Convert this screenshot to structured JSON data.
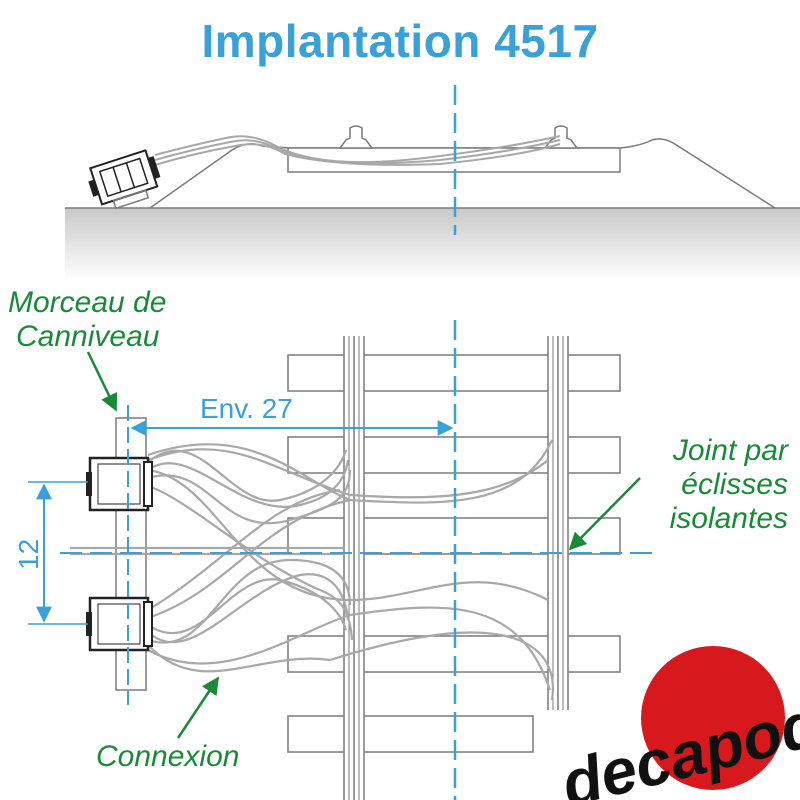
{
  "title": "Implantation 4517",
  "callouts": {
    "morceau_line1": "Morceau de",
    "morceau_line2": "Canniveau",
    "joint_line1": "Joint par",
    "joint_line2": "éclisses",
    "joint_line3": "isolantes",
    "connexion": "Connexion"
  },
  "dimensions": {
    "width_label": "Env. 27",
    "height_label": "12"
  },
  "logo": {
    "text": "decapod"
  },
  "colors": {
    "title": "#3aa0d8",
    "dimension": "#3aa0d8",
    "callout": "#1a8a3a",
    "drawing": "#7a7a7a",
    "wire": "#a8a8a8",
    "logo_red": "#d7191e",
    "logo_text": "#111111"
  }
}
